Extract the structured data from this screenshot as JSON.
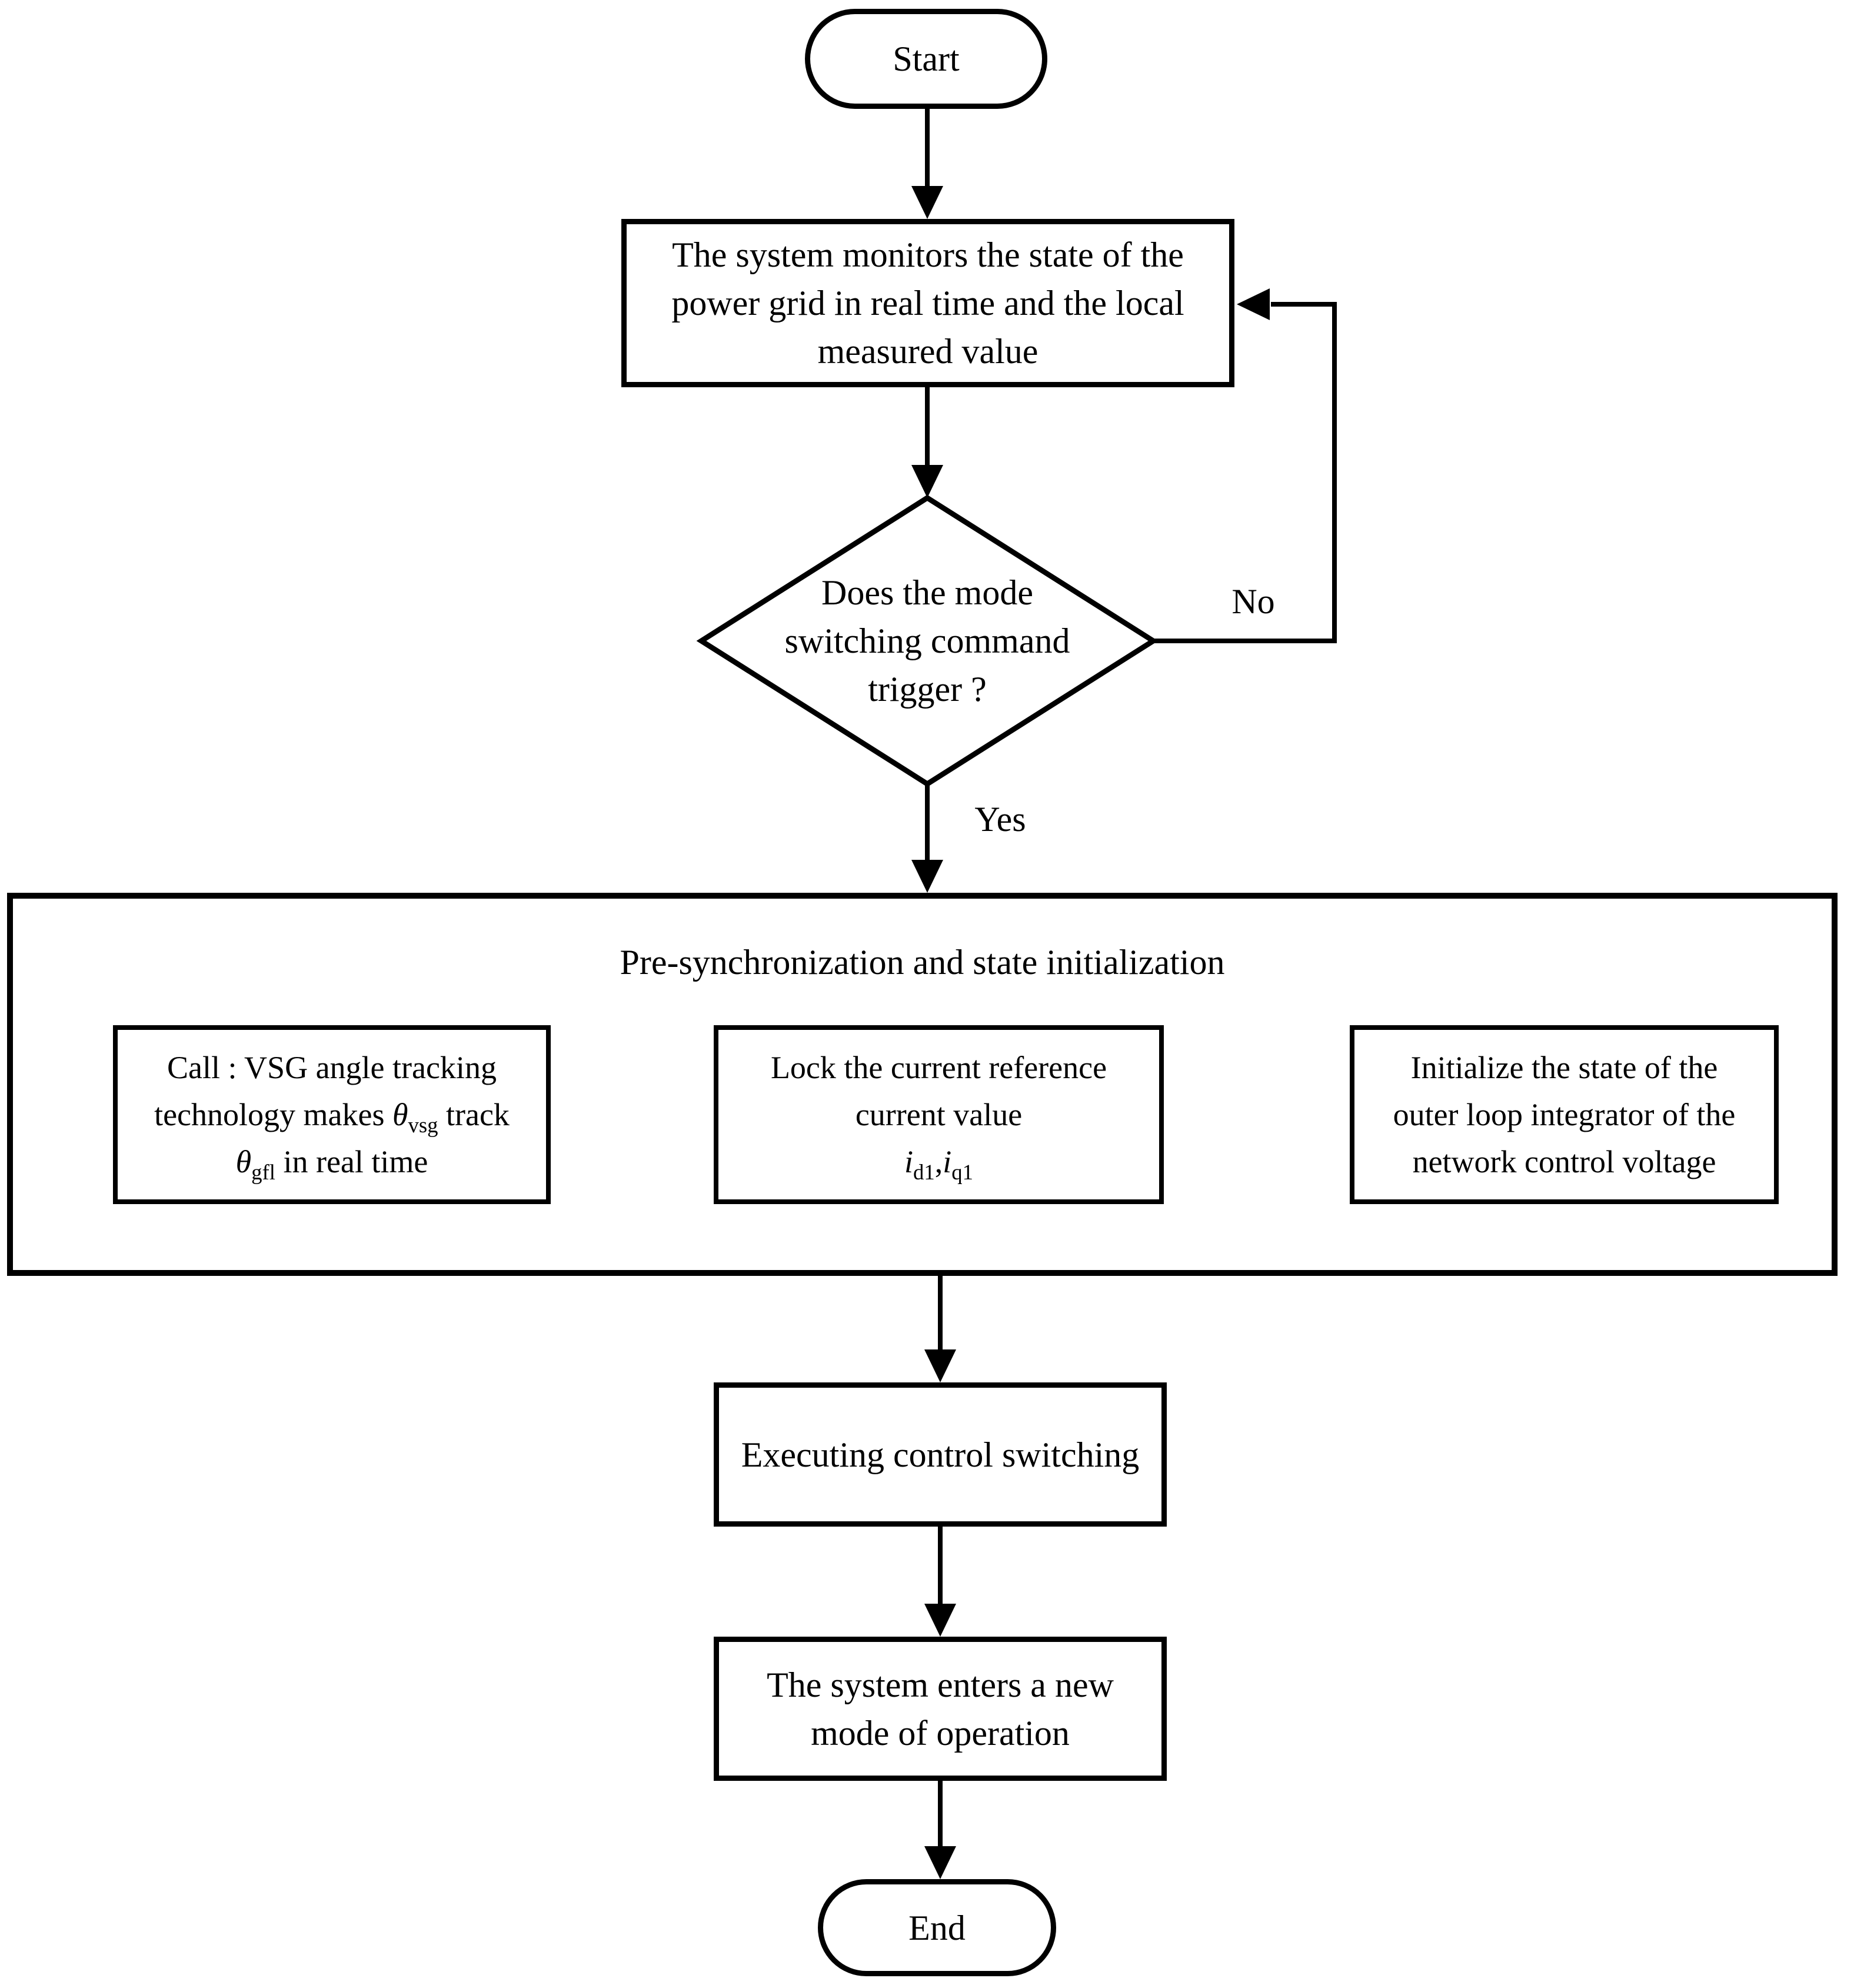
{
  "colors": {
    "ink": "#000000",
    "paper": "#ffffff"
  },
  "flowchart": {
    "start_label": "Start",
    "monitor_text": "The system monitors the state of the\npower grid in real time and the local\nmeasured value",
    "decision_text": "Does the mode\nswitching command\ntrigger ?",
    "no_label": "No",
    "yes_label": "Yes",
    "presync_title": "Pre-synchronization and state initialization",
    "vsg_box": {
      "line1": "Call : VSG angle tracking",
      "line2_before": "technology makes ",
      "theta": "θ",
      "vsg_subscript": "vsg",
      "line2_after": " track",
      "gfl_subscript": "gfl",
      "line3_after": " in real time"
    },
    "lock_box": {
      "line1": "Lock the current reference",
      "line2": "current value",
      "current_symbol": "i",
      "d_subscript": "d1",
      "separator": ",",
      "q_subscript": "q1"
    },
    "init_box_text": "Initialize the state of the\nouter loop integrator of the\nnetwork control voltage",
    "executing_text": "Executing control switching",
    "new_mode_text": "The system enters a new\nmode of operation",
    "end_label": "End"
  }
}
